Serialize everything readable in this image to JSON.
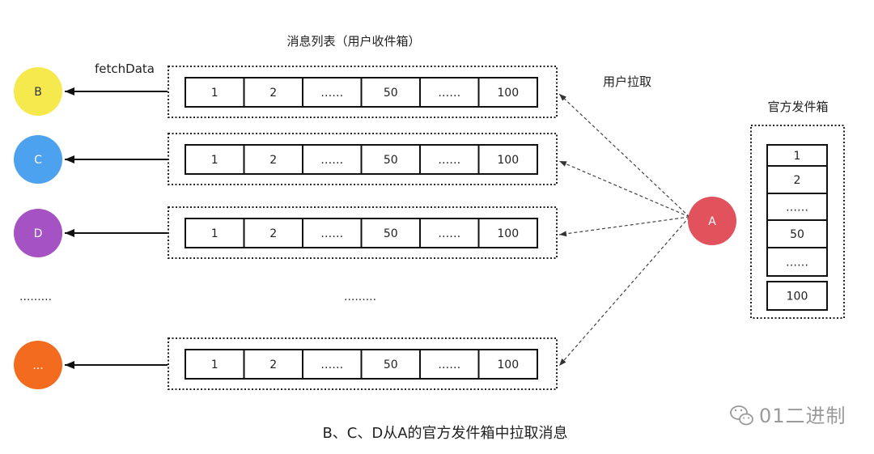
{
  "inbox_title": "消息列表（用户收件箱）",
  "fetch_label": "fetchData",
  "pull_label": "用户拉取",
  "outbox_title": "官方发件箱",
  "ellipsis_left": ".........",
  "ellipsis_middle": ".........",
  "users": [
    {
      "label": "B",
      "color": "#f6e94e",
      "text_color": "#333333"
    },
    {
      "label": "C",
      "color": "#4da2f0",
      "text_color": "#ffffff"
    },
    {
      "label": "D",
      "color": "#a552c5",
      "text_color": "#ffffff"
    },
    {
      "label": "...",
      "color": "#f26b1f",
      "text_color": "#ffffff"
    }
  ],
  "inbox_cells": [
    "1",
    "2",
    "……",
    "50",
    "……",
    "100"
  ],
  "sender": {
    "label": "A",
    "color": "#e1525d",
    "text_color": "#ffffff"
  },
  "outbox_cells": [
    "1",
    "2",
    "……",
    "50",
    "……",
    "100"
  ],
  "caption": "B、C、D从A的官方发件箱中拉取消息",
  "watermark": "01二进制"
}
